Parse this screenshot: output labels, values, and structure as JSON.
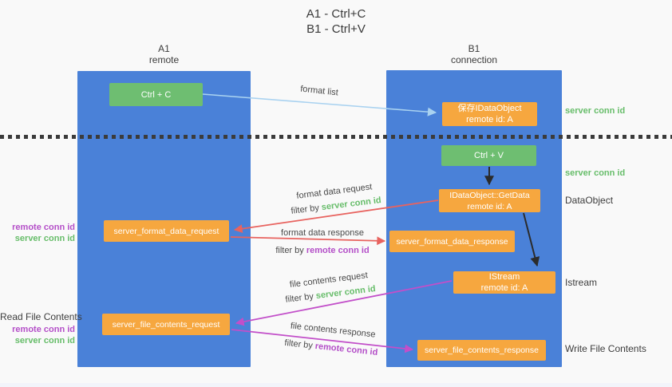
{
  "title": {
    "line1": "A1 - Ctrl+C",
    "line2": "B1 - Ctrl+V"
  },
  "columns": {
    "a1": {
      "id": "A1",
      "role": "remote"
    },
    "b1": {
      "id": "B1",
      "role": "connection"
    }
  },
  "nodes": {
    "ctrl_c": {
      "label": "Ctrl + C"
    },
    "ctrl_v": {
      "label": "Ctrl + V"
    },
    "save_idataobject": {
      "line1": "保存IDataObject",
      "line2": "remote id: A"
    },
    "idataobject_getdata": {
      "line1": "IDataObject::GetData",
      "line2": "remote id: A"
    },
    "istream": {
      "line1": "IStream",
      "line2": "remote id: A"
    },
    "server_format_data_request": {
      "label": "server_format_data_request"
    },
    "server_format_data_response": {
      "label": "server_format_data_response"
    },
    "server_file_contents_request": {
      "label": "server_file_contents_request"
    },
    "server_file_contents_response": {
      "label": "server_file_contents_response"
    }
  },
  "edge_labels": {
    "format_list": "format list",
    "format_data_request": {
      "line1": "format data request",
      "filter_prefix": "filter by ",
      "filter_key": "server conn id"
    },
    "format_data_response": {
      "line1": "format data response",
      "filter_prefix": "filter by ",
      "filter_key": "remote conn id"
    },
    "file_contents_request": {
      "line1": "file contents request",
      "filter_prefix": "filter by ",
      "filter_key": "server conn id"
    },
    "file_contents_response": {
      "line1": "file contents response",
      "filter_prefix": "filter by ",
      "filter_key": "remote conn id"
    }
  },
  "side_labels": {
    "right": [
      {
        "text": "server conn id"
      },
      {
        "text": "server conn id"
      },
      {
        "text": "DataObject"
      },
      {
        "text": "Istream"
      },
      {
        "text": "Write File Contents"
      }
    ],
    "left": [
      {
        "text": "remote conn id"
      },
      {
        "text": "server conn id"
      },
      {
        "text": "Read File Contents"
      },
      {
        "text": "remote conn id"
      },
      {
        "text": "server conn id"
      }
    ]
  },
  "colors": {
    "lane_blue": "#4a81d8",
    "node_green": "#6ebe71",
    "node_orange": "#f6a73f",
    "server_conn_green": "#67bd6a",
    "remote_conn_purple": "#b44fc8",
    "arrow_red": "#e8635f",
    "arrow_magenta": "#c24fc9",
    "arrow_light_blue": "#a9d2f0",
    "arrow_black": "#2b2b2b",
    "background": "#f9f9f9"
  }
}
